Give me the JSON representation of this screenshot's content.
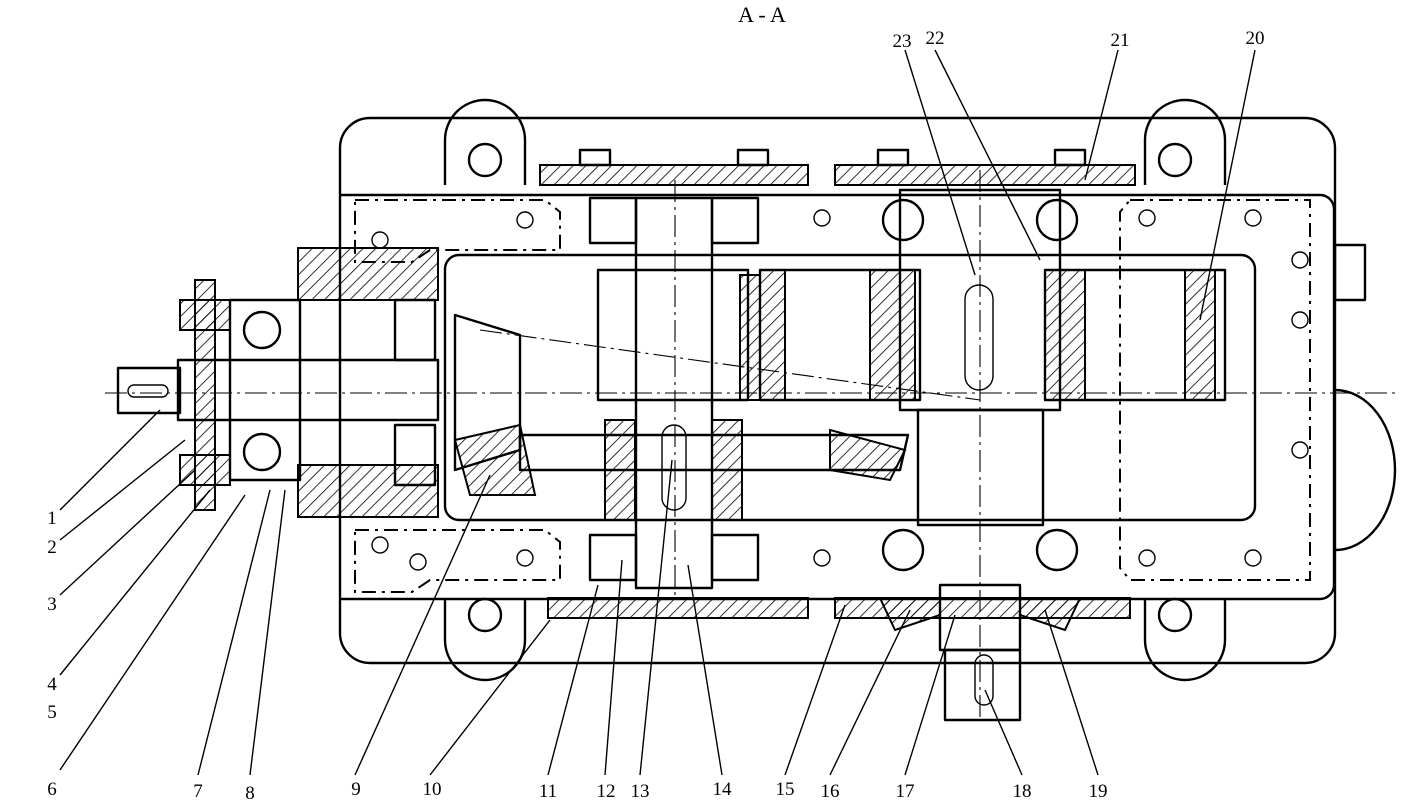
{
  "section_title": "A - A",
  "callouts": [
    {
      "id": "1",
      "label": "1"
    },
    {
      "id": "2",
      "label": "2"
    },
    {
      "id": "3",
      "label": "3"
    },
    {
      "id": "4",
      "label": "4"
    },
    {
      "id": "5",
      "label": "5"
    },
    {
      "id": "6",
      "label": "6"
    },
    {
      "id": "7",
      "label": "7"
    },
    {
      "id": "8",
      "label": "8"
    },
    {
      "id": "9",
      "label": "9"
    },
    {
      "id": "10",
      "label": "10"
    },
    {
      "id": "11",
      "label": "11"
    },
    {
      "id": "12",
      "label": "12"
    },
    {
      "id": "13",
      "label": "13"
    },
    {
      "id": "14",
      "label": "14"
    },
    {
      "id": "15",
      "label": "15"
    },
    {
      "id": "16",
      "label": "16"
    },
    {
      "id": "17",
      "label": "17"
    },
    {
      "id": "18",
      "label": "18"
    },
    {
      "id": "19",
      "label": "19"
    },
    {
      "id": "20",
      "label": "20"
    },
    {
      "id": "21",
      "label": "21"
    },
    {
      "id": "22",
      "label": "22"
    },
    {
      "id": "23",
      "label": "23"
    }
  ]
}
